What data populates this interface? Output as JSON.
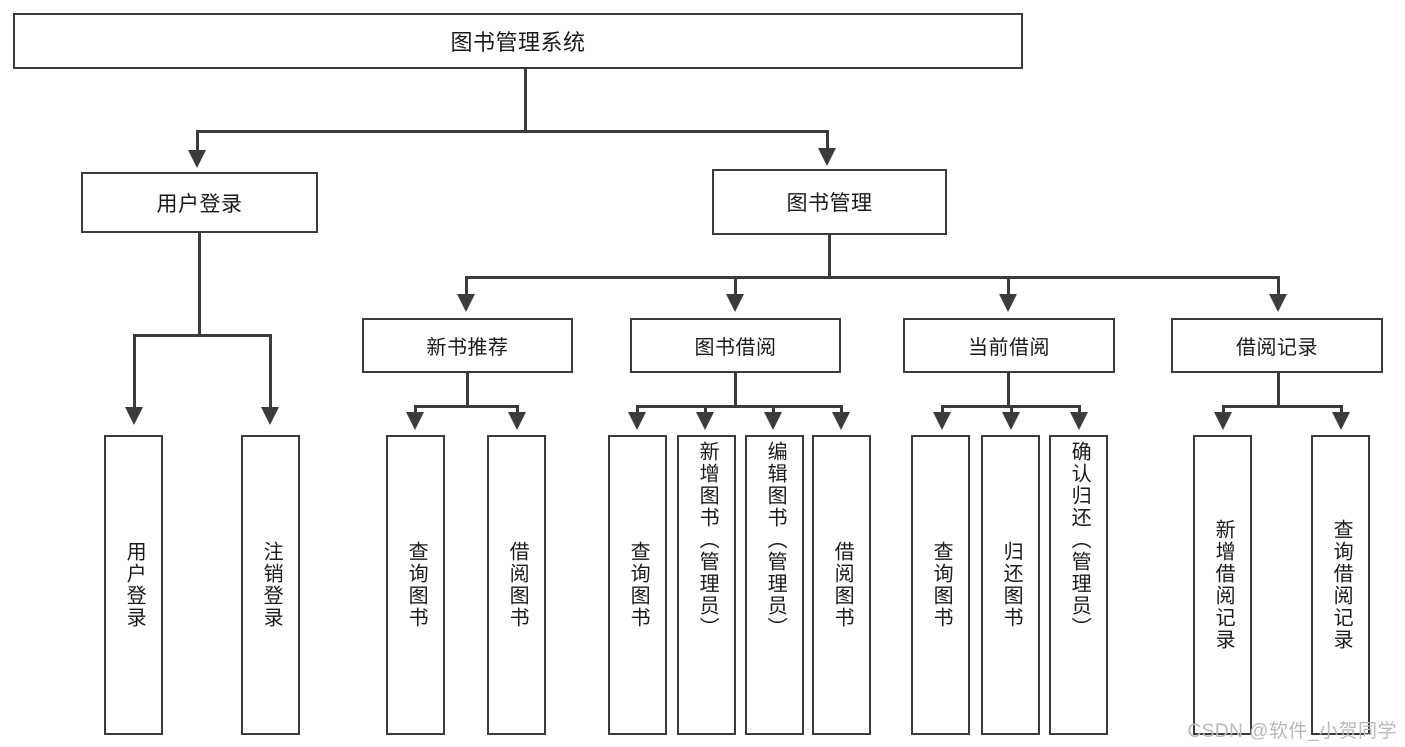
{
  "diagram": {
    "title": "图书管理系统",
    "type": "tree-hierarchy",
    "root": {
      "label": "图书管理系统"
    },
    "level2": [
      {
        "label": "用户登录"
      },
      {
        "label": "图书管理"
      }
    ],
    "level3": [
      {
        "label": "新书推荐"
      },
      {
        "label": "图书借阅"
      },
      {
        "label": "当前借阅"
      },
      {
        "label": "借阅记录"
      }
    ],
    "leaves": {
      "user_login": [
        {
          "label": "用户登录"
        },
        {
          "label": "注销登录"
        }
      ],
      "new_book_recommend": [
        {
          "label": "查询图书"
        },
        {
          "label": "借阅图书"
        }
      ],
      "book_borrow": [
        {
          "label": "查询图书"
        },
        {
          "label": "新增图书（管理员）"
        },
        {
          "label": "编辑图书（管理员）"
        },
        {
          "label": "借阅图书"
        }
      ],
      "current_borrow": [
        {
          "label": "查询图书"
        },
        {
          "label": "归还图书"
        },
        {
          "label": "确认归还（管理员）"
        }
      ],
      "borrow_record": [
        {
          "label": "新增借阅记录"
        },
        {
          "label": "查询借阅记录"
        }
      ]
    }
  },
  "watermark": {
    "text": "CSDN @软件_小贺同学"
  },
  "colors": {
    "stroke": "#3b3b3b",
    "text": "#1a1a1a",
    "background": "#ffffff",
    "watermark": "#b9b9b9"
  }
}
